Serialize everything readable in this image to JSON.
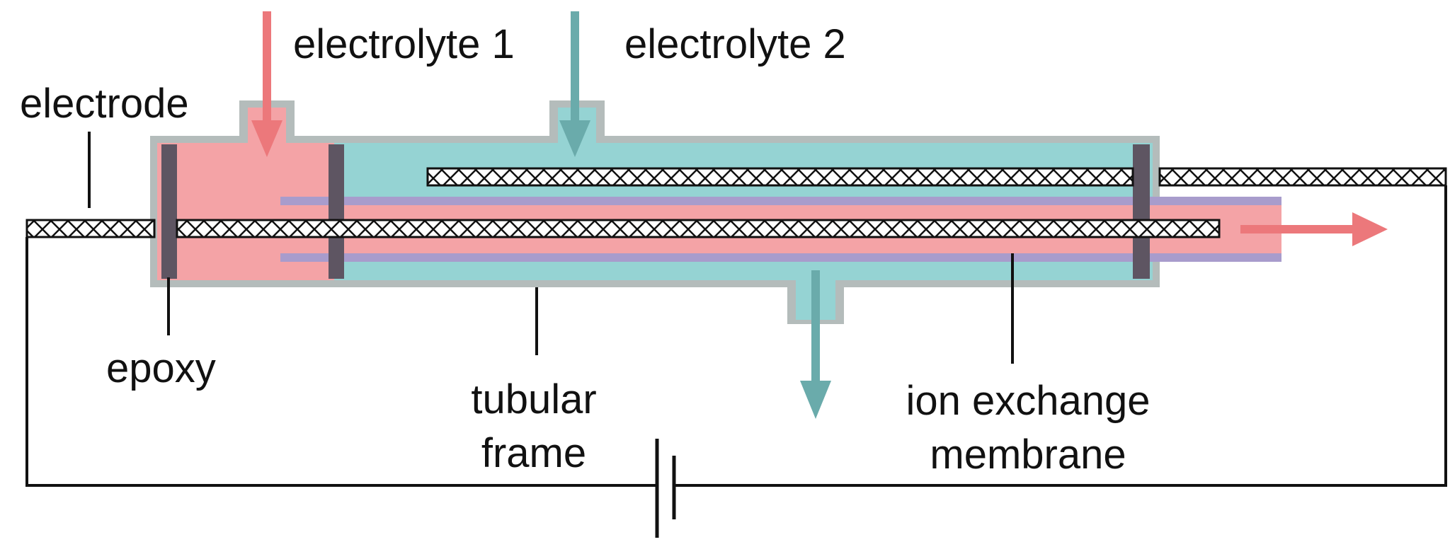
{
  "labels": {
    "electrolyte_1": "electrolyte 1",
    "electrolyte_2": "electrolyte 2",
    "electrode": "electrode",
    "epoxy": "epoxy",
    "tubular_frame_line1": "tubular",
    "tubular_frame_line2": "frame",
    "ion_exchange_membrane_line1": "ion exchange",
    "ion_exchange_membrane_line2": "membrane"
  },
  "colors": {
    "electrolyte_1": "#f4a3a6",
    "electrolyte_1_arrow": "#ec787b",
    "electrolyte_2": "#95d3d3",
    "electrolyte_2_arrow": "#6aabab",
    "tubular_frame": "#b4bcbb",
    "epoxy": "#5e5562",
    "membrane": "#a89ccc",
    "wire": "#111111"
  }
}
